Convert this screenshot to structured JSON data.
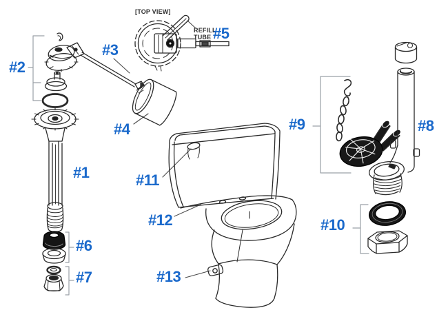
{
  "colors": {
    "label_blue": "#1a69cb",
    "line_ink": "#2a2a2a",
    "bracket_gray": "#9aa0a6",
    "background": "#ffffff"
  },
  "captions": {
    "top_view": "[TOP VIEW]",
    "refill_line1": "REFILL",
    "refill_line2": "TUBE"
  },
  "labels": {
    "p1": "#1",
    "p2": "#2",
    "p3": "#3",
    "p4": "#4",
    "p5": "#5",
    "p6": "#6",
    "p7": "#7",
    "p8": "#8",
    "p9": "#9",
    "p10": "#10",
    "p11": "#11",
    "p12": "#12",
    "p13": "#13"
  }
}
